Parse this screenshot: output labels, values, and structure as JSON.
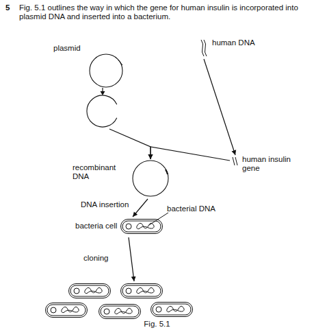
{
  "diagram": {
    "title": "Fig. 5.1 outlines the way in which the gene for human insulin is incorporated into plasmid DNA and inserted into a bacterium.",
    "caption": "Fig. 5.1",
    "nodes": [
      {
        "text": [
          "plasmid"
        ]
      },
      {
        "text": [
          "human DNA"
        ]
      },
      {
        "text": [
          "human insulin gene"
        ]
      },
      {
        "text": [
          "recombinant DNA"
        ]
      },
      {
        "text": [
          "bacteria cell"
        ]
      }
    ],
    "edges": [
      {
        "from": 0,
        "to": 3,
        "arrow": "to"
      },
      {
        "from": 1,
        "to": 2,
        "arrow": "to"
      },
      {
        "from": 2,
        "to": 3,
        "arrow": "to"
      },
      {
        "from": 3,
        "to": 4,
        "arrow": "to",
        "label": "DNA insertion"
      }
    ],
    "labels": [
      "5",
      "bacterial DNA",
      "cloning"
    ]
  }
}
